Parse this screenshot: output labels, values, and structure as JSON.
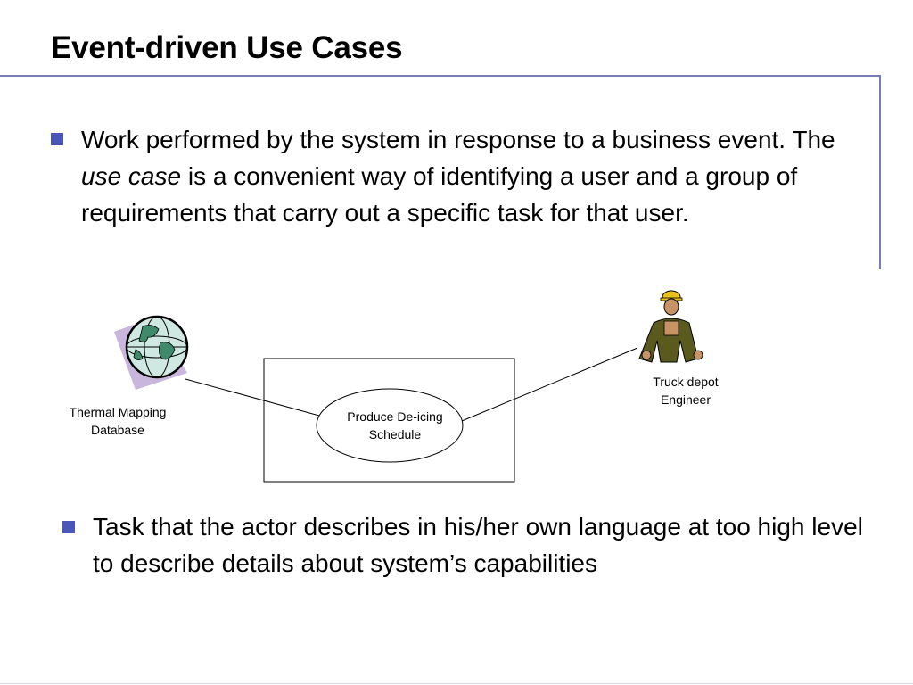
{
  "slide": {
    "title": "Event-driven Use Cases",
    "bullet1": {
      "part1": "Work performed by the system in response to a business event.  The ",
      "emphasis": "use case",
      "part2": " is a convenient way of identifying a user and a group of requirements that carry out a specific task for that user."
    },
    "bullet2": "Task that the actor describes in his/her own language at too high level to describe details about system’s capabilities"
  },
  "diagram": {
    "actor_left": {
      "line1": "Thermal Mapping",
      "line2": "Database",
      "icon": "globe-database-icon"
    },
    "actor_right": {
      "line1": "Truck depot",
      "line2": "Engineer",
      "icon": "worker-icon"
    },
    "use_case": {
      "line1": "Produce De-icing",
      "line2": "Schedule"
    }
  },
  "colors": {
    "frame": "#7a7ab8",
    "bullet": "#4a56b8",
    "globe_ocean": "#cfe8e2",
    "globe_shadow": "#c8b6dc",
    "helmet": "#e8c21a",
    "overalls": "#5a5a1e"
  }
}
